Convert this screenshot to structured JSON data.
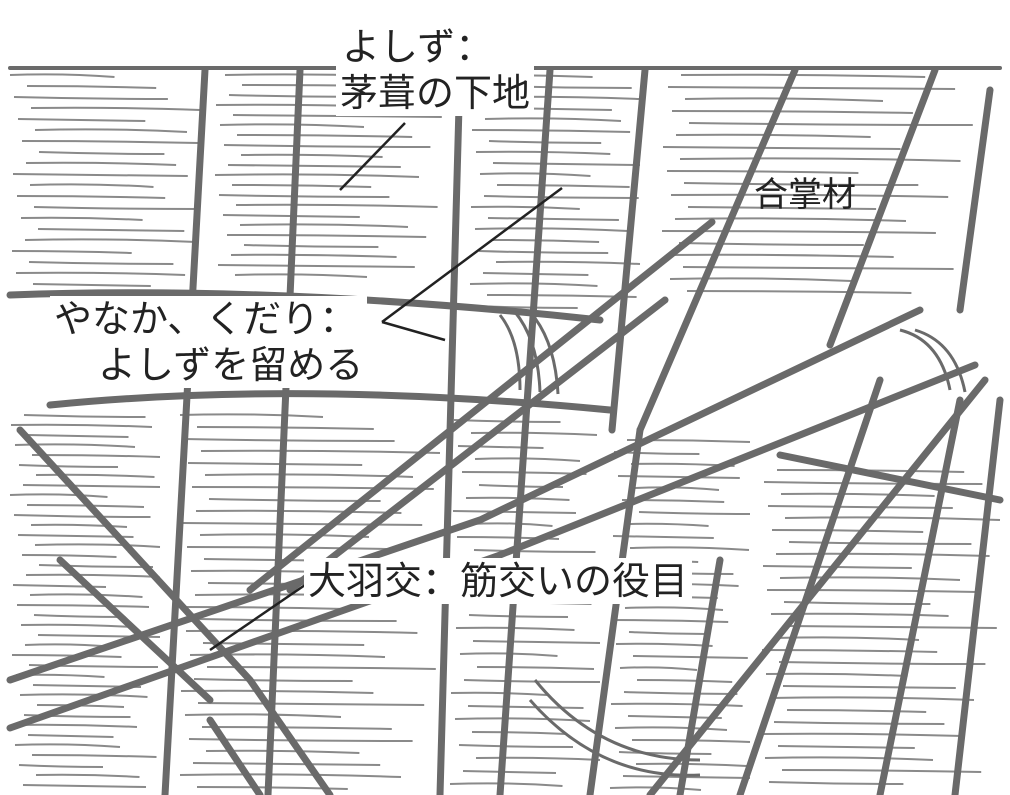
{
  "labels": {
    "yoshizu": {
      "line1": "よしず：",
      "line2": "茅葺の下地"
    },
    "gassho": "合掌材",
    "yanaka": {
      "line1": "やなか、くだり：",
      "line2": "よしずを留める"
    },
    "oohako": "大羽交：筋交いの役目"
  },
  "colors": {
    "ink": "#6a6a6a",
    "hatch": "#8a8a8a",
    "leader": "#222222",
    "paper": "#ffffff"
  }
}
